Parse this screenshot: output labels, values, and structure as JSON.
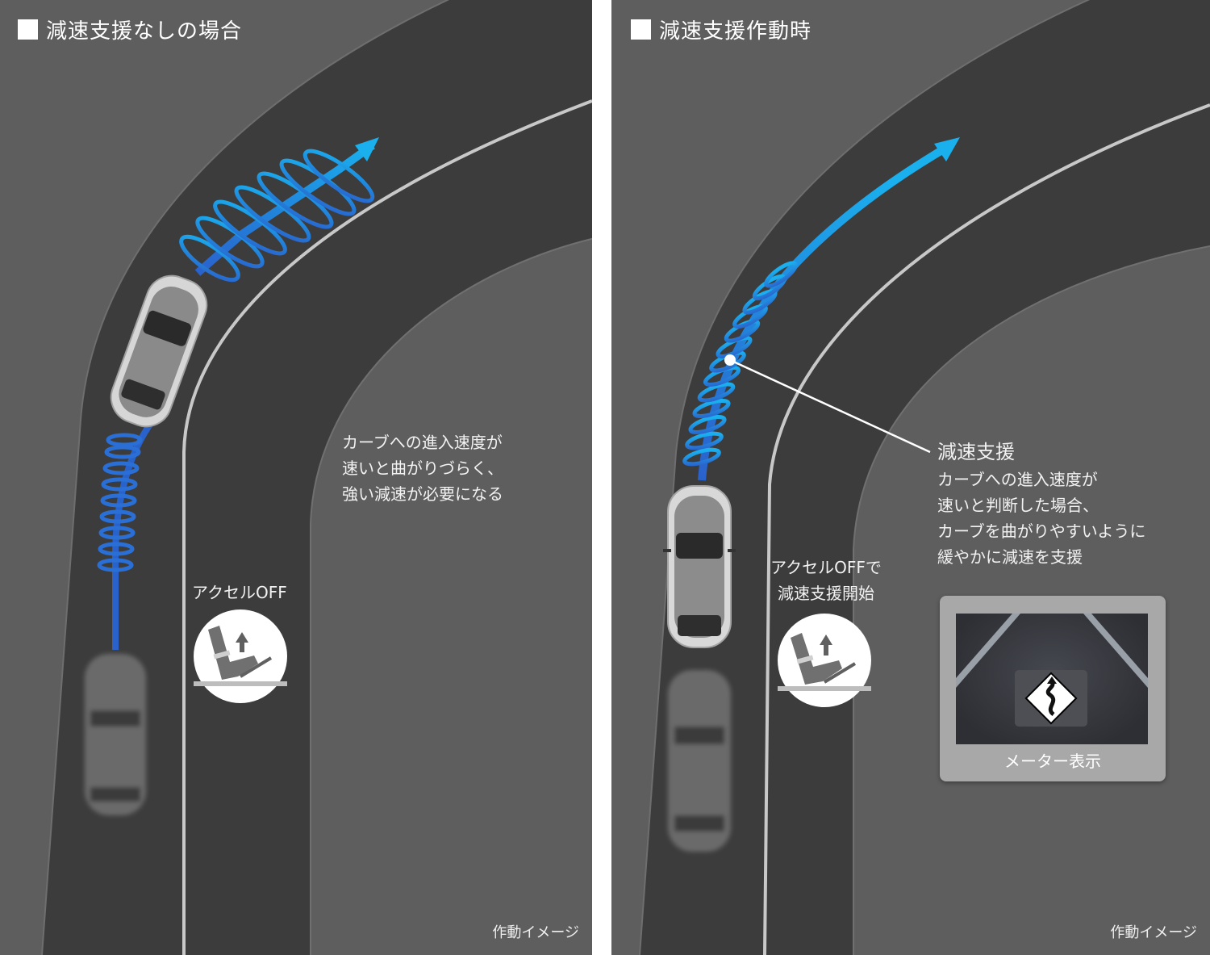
{
  "left_panel": {
    "title": "減速支援なしの場合",
    "description": [
      "カーブへの進入速度が",
      "速いと曲がりづらく、",
      "強い減速が必要になる"
    ],
    "pedal_label": "アクセルOFF",
    "caption": "作動イメージ"
  },
  "right_panel": {
    "title": "減速支援作動時",
    "callout_title": "減速支援",
    "callout_lines": [
      "カーブへの進入速度が",
      "速いと判断した場合、",
      "カーブを曲がりやすいように",
      "緩やかに減速を支援"
    ],
    "pedal_label_lines": [
      "アクセルOFFで",
      "減速支援開始"
    ],
    "meter_label": "メーター表示",
    "caption": "作動イメージ"
  },
  "colors": {
    "background": "#5e5e5e",
    "road": "#3c3c3c",
    "lane_line": "#c8c8c8",
    "arrow_light": "#1aa7e8",
    "arrow_dark": "#2a66cc",
    "text": "#ffffff"
  },
  "icons": {
    "pedal": "foot-release-accelerator-icon",
    "meter_sign": "winding-road-sign-icon",
    "title_marker": "white-square-icon"
  }
}
